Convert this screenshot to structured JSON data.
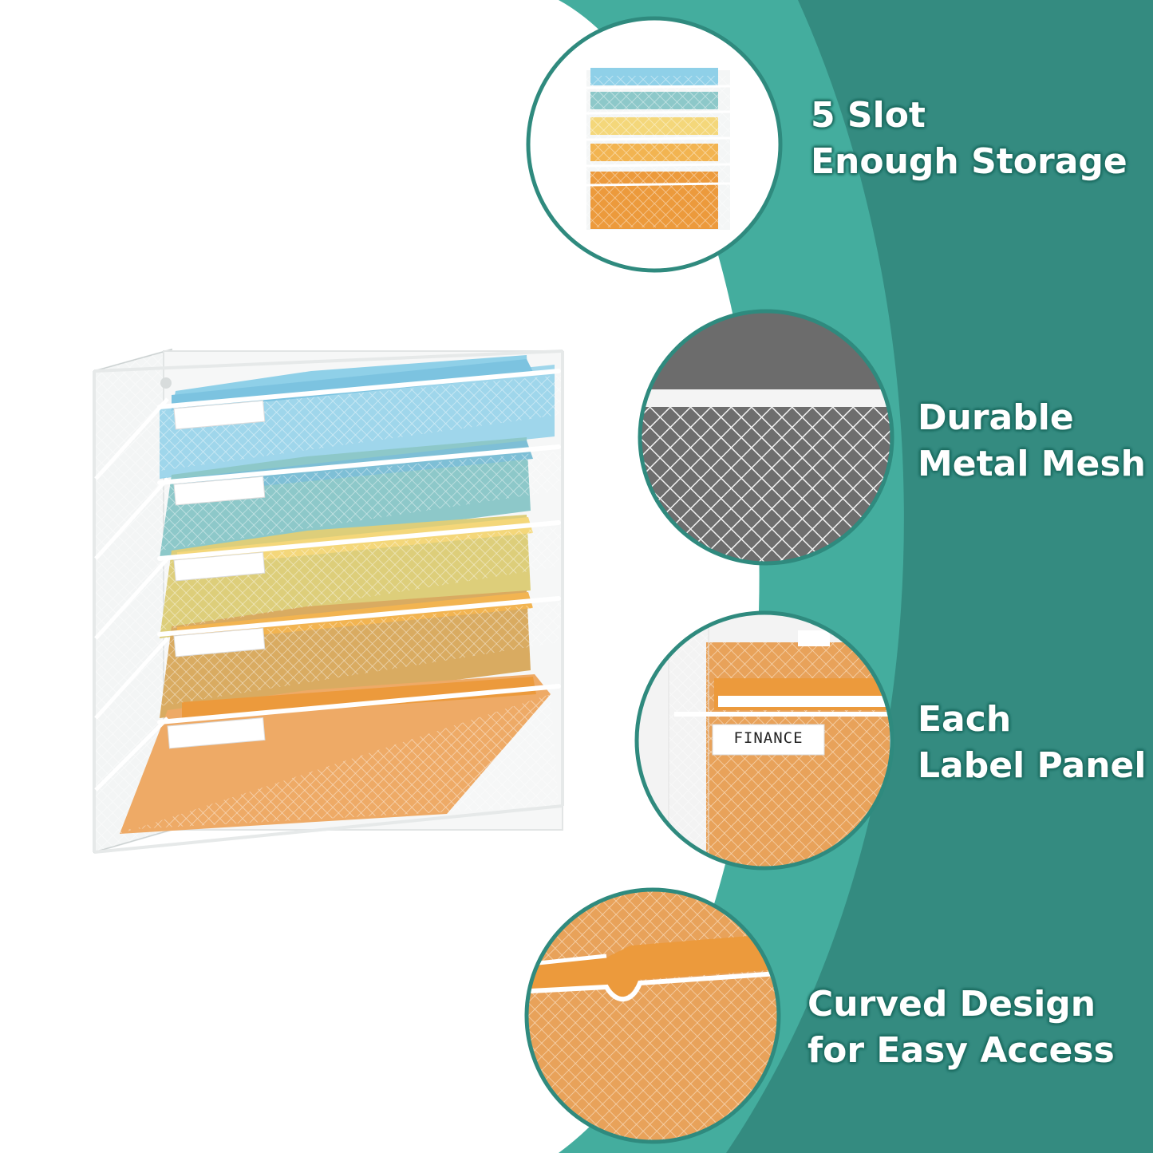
{
  "colors": {
    "teal_light": "#44ad9e",
    "teal_dark": "#348b80",
    "circle_border": "#2f8a7e",
    "folder_blue": "#8fd0e8",
    "folder_teal": "#8dc8c9",
    "folder_yellow": "#f4d77a",
    "folder_amber": "#f2b451",
    "folder_orange": "#ec9a3c",
    "mesh_white": "#ffffff",
    "mesh_gray": "#7a7a7a"
  },
  "features": [
    {
      "line1": "5 Slot",
      "line2": "Enough Storage",
      "icon": "file-organizer-thumbnail"
    },
    {
      "line1": "Durable",
      "line2": "Metal Mesh",
      "icon": "metal-mesh-closeup"
    },
    {
      "line1": "Each",
      "line2": "Label Panel",
      "icon": "label-panel-closeup"
    },
    {
      "line1": "Curved Design",
      "line2": "for Easy Access",
      "icon": "curved-folder-closeup"
    }
  ],
  "label_panel_text": "FINANCE",
  "product": {
    "slot_count": 5,
    "folder_colors": [
      "#8fd0e8",
      "#8dc8c9",
      "#f4d77a",
      "#f2b451",
      "#ec9a3c"
    ]
  }
}
